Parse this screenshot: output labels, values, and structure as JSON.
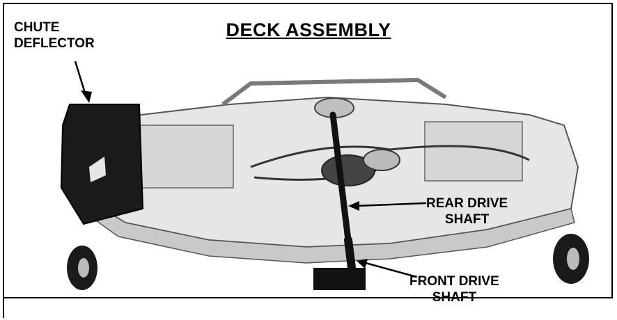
{
  "title": "DECK ASSEMBLY",
  "callouts": {
    "chute": {
      "line1": "CHUTE",
      "line2": "DEFLECTOR"
    },
    "rear": {
      "line1": "REAR DRIVE",
      "line2": "SHAFT"
    },
    "front": {
      "line1": "FRONT DRIVE",
      "line2": "SHAFT"
    }
  },
  "colors": {
    "deck": "#e4e4e4",
    "shadow": "#9a9a9a",
    "ink": "#000000",
    "chute": "#1a1a1a"
  }
}
